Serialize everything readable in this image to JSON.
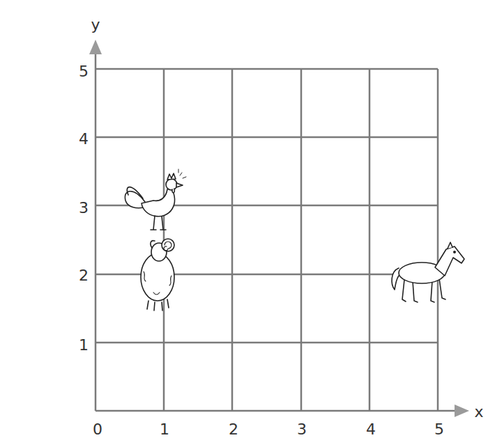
{
  "diagram": {
    "labels": [
      "y",
      "5",
      "4",
      "3",
      "2",
      "1",
      "0",
      "1",
      "2",
      "3",
      "4",
      "5",
      "x"
    ]
  }
}
